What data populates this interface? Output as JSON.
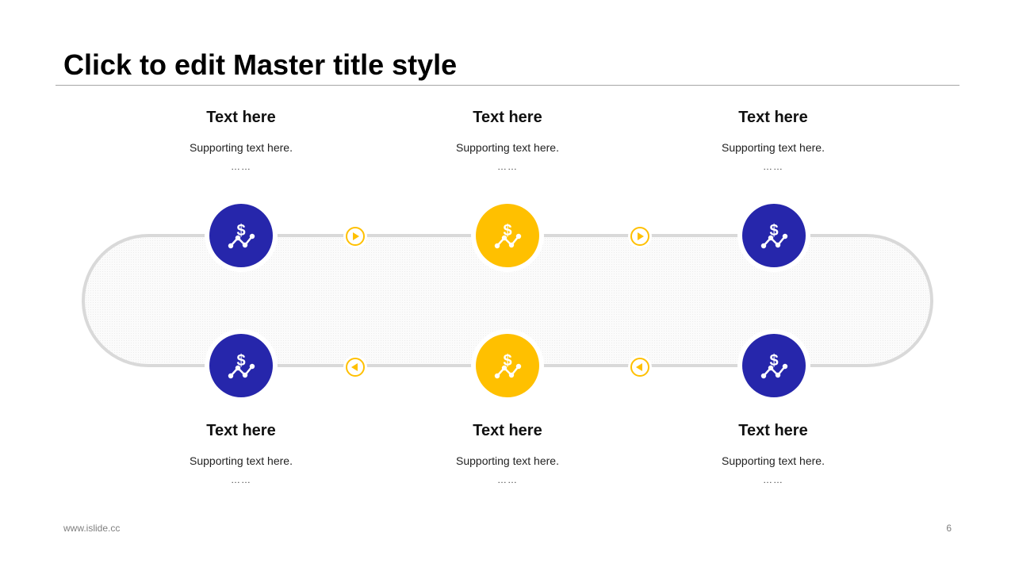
{
  "slide": {
    "title": "Click to edit Master title style",
    "footer_url": "www.islide.cc",
    "page_number": "6"
  },
  "colors": {
    "primary": "#2626ab",
    "accent": "#ffc000",
    "track": "#d9d9d9",
    "track_fill": "#f7f7f7"
  },
  "steps": [
    {
      "heading": "Text here",
      "support": "Supporting text here.",
      "dots": "……",
      "color": "primary",
      "icon": "dollar-trend-icon"
    },
    {
      "heading": "Text here",
      "support": "Supporting text here.",
      "dots": "……",
      "color": "accent",
      "icon": "dollar-trend-icon"
    },
    {
      "heading": "Text here",
      "support": "Supporting text here.",
      "dots": "……",
      "color": "primary",
      "icon": "dollar-trend-icon"
    },
    {
      "heading": "Text here",
      "support": "Supporting text here.",
      "dots": "……",
      "color": "primary",
      "icon": "dollar-trend-icon"
    },
    {
      "heading": "Text here",
      "support": "Supporting text here.",
      "dots": "……",
      "color": "accent",
      "icon": "dollar-trend-icon"
    },
    {
      "heading": "Text here",
      "support": "Supporting text here.",
      "dots": "……",
      "color": "primary",
      "icon": "dollar-trend-icon"
    }
  ],
  "arrows": [
    {
      "direction": "right",
      "icon": "play-right-icon"
    },
    {
      "direction": "right",
      "icon": "play-right-icon"
    },
    {
      "direction": "left",
      "icon": "play-left-icon"
    },
    {
      "direction": "left",
      "icon": "play-left-icon"
    }
  ]
}
